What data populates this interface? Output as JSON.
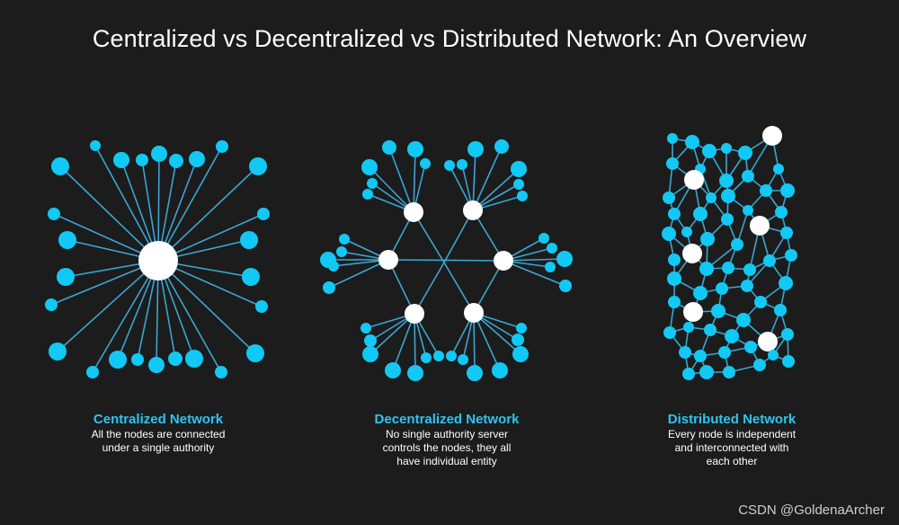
{
  "title": "Centralized vs Decentralized vs Distributed Network: An Overview",
  "colors": {
    "background": "#1c1c1c",
    "node": "#12c8f5",
    "link": "#3aa6d3",
    "hub": "#ffffff",
    "caption_title": "#2ec4f0",
    "caption_text": "#ffffff"
  },
  "sections": {
    "centralized": {
      "title": "Centralized Network",
      "description_lines": [
        "All the nodes are connected",
        "under a single authority"
      ]
    },
    "decentralized": {
      "title": "Decentralized Network",
      "description_lines": [
        "No single authority server",
        "controls the nodes, they all",
        "have individual entity"
      ]
    },
    "distributed": {
      "title": "Distributed Network",
      "description_lines": [
        "Every node is independent",
        "and interconnected with",
        "each other"
      ]
    }
  },
  "watermark": "CSDN @GoldenaArcher"
}
